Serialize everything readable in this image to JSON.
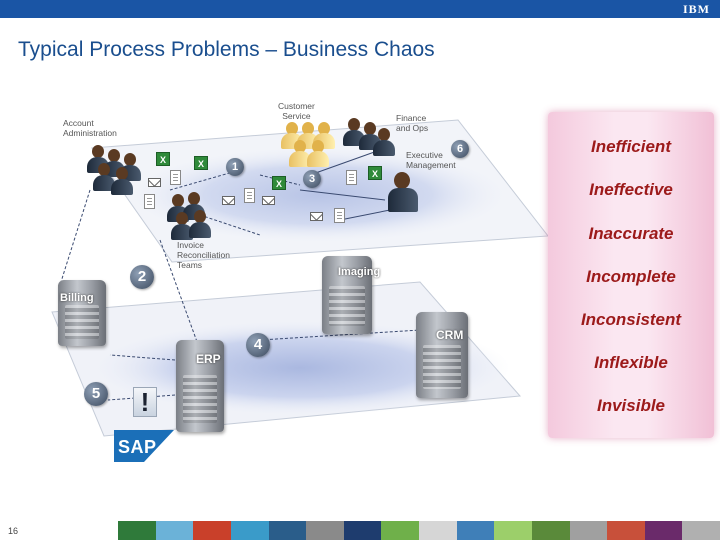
{
  "header": {
    "logo": "IBM"
  },
  "slide": {
    "title": "Typical Process Problems – Business Chaos",
    "page_number": "16"
  },
  "diagram": {
    "labels": {
      "account_administration": "Account\nAdministration",
      "customer_service": "Customer\nService",
      "finance_and_ops": "Finance\nand Ops",
      "executive_management": "Executive\nManagement",
      "invoice_reconciliation": "Invoice\nReconciliation\nTeams"
    },
    "badges": [
      "1",
      "2",
      "3",
      "4",
      "5",
      "6"
    ],
    "systems": {
      "billing": "Billing",
      "imaging": "Imaging",
      "erp": "ERP",
      "crm": "CRM"
    },
    "sap_logo": "SAP",
    "alert_symbol": "!",
    "spreadsheet_icon": "X",
    "icons": [
      "people-group-icon",
      "spreadsheet-icon",
      "document-icon",
      "envelope-icon",
      "server-icon",
      "alert-icon"
    ]
  },
  "problems": [
    "Inefficient",
    "Ineffective",
    "Inaccurate",
    "Incomplete",
    "Inconsistent",
    "Inflexible",
    "Invisible"
  ],
  "colors": {
    "topbar": "#1a55a5",
    "title": "#1a4e8e",
    "problem_text": "#9c1a1a",
    "panel": "#fbe7f1",
    "sap_blue": "#1b6fb8"
  }
}
